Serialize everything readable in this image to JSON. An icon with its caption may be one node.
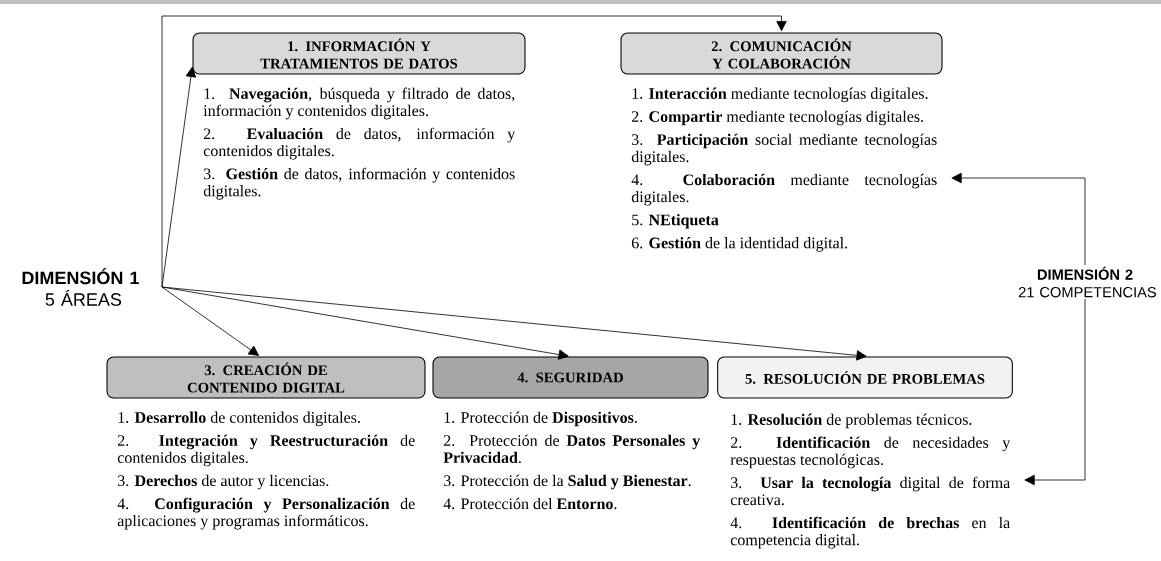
{
  "diagram": {
    "nodes": [
      {
        "text": [
          "DIMENSIÓN 1",
          "5 ÁREAS"
        ]
      },
      {
        "text": [
          "1. INFORMACIÓN Y TRATAMIENTOS DE DATOS"
        ]
      },
      {
        "text": [
          "1. **Navegación**, búsqueda y filtrado de datos, información y contenidos digitales.",
          "2. **Evaluación** de datos, información y contenidos digitales.",
          "3. **Gestión** de datos, información y contenidos digitales."
        ]
      },
      {
        "text": [
          "2. COMUNICACIÓN Y COLABORACIÓN"
        ]
      },
      {
        "text": [
          "1. **Interacción** mediante tecnologías digitales.",
          "2. **Compartir** mediante tecnologías digitales.",
          "3. **Participación** social mediante tecnologías digitales.",
          "4. **Colaboración** mediante tecnologías digitales.",
          "5. **NEtiqueta**",
          "6. **Gestión** de la identidad digital."
        ]
      },
      {
        "text": [
          "DIMENSIÓN 2",
          "21 COMPETENCIAS"
        ]
      },
      {
        "text": [
          "3. CREACIÓN DE CONTENIDO DIGITAL"
        ]
      },
      {
        "text": [
          "1. **Desarrollo** de contenidos digitales.",
          "2. **Integración y Reestructuración** de contenidos digitales.",
          "3. **Derechos** de autor y licencias.",
          "4. **Configuración y Personalización** de aplicaciones y programas informáticos."
        ]
      },
      {
        "text": [
          "4. SEGURIDAD"
        ]
      },
      {
        "text": [
          "1. Protección de **Dispositivos**.",
          "2. Protección de **Datos Personales y Privacidad**.",
          "3. Protección de la **Salud y Bienestar**.",
          "4. Protección del **Entorno**."
        ]
      },
      {
        "text": [
          "5. RESOLUCIÓN DE PROBLEMAS"
        ]
      },
      {
        "text": [
          "1. **Resolución** de problemas técnicos.",
          "2. **Identificación** de necesidades y respuestas tecnológicas.",
          "3. **Usar la tecnología** digital de forma creativa.",
          "4. **Identificación de brechas** en la competencia digital."
        ]
      }
    ],
    "edges": [
      {
        "from": 0,
        "to": 1,
        "arrow": "to"
      },
      {
        "from": 0,
        "to": 3,
        "arrow": "to"
      },
      {
        "from": 0,
        "to": 6,
        "arrow": "to"
      },
      {
        "from": 0,
        "to": 8,
        "arrow": "to"
      },
      {
        "from": 0,
        "to": 10,
        "arrow": "to"
      },
      {
        "from": 5,
        "to": 4,
        "arrow": "to"
      },
      {
        "from": 5,
        "to": 11,
        "arrow": "to"
      }
    ]
  }
}
